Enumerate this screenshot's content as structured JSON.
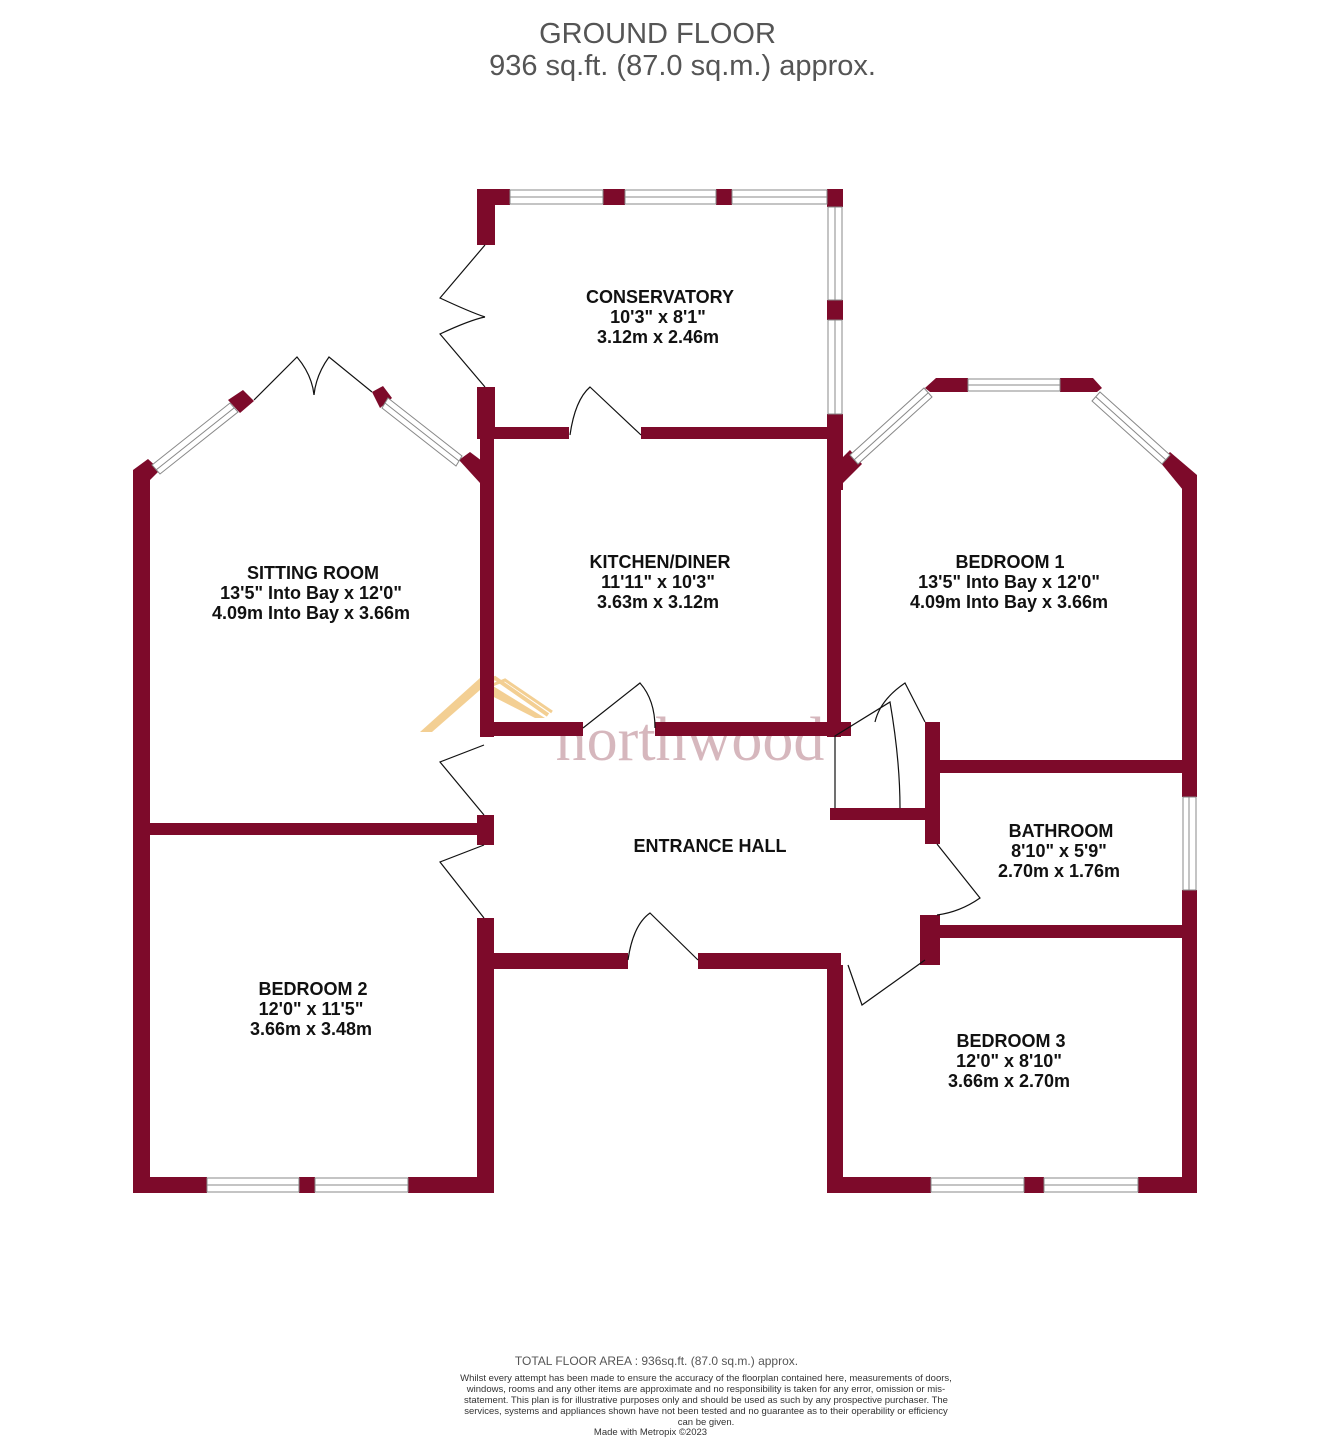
{
  "header": {
    "floor_title": "GROUND FLOOR",
    "floor_area": "936 sq.ft. (87.0 sq.m.) approx."
  },
  "rooms": {
    "conservatory": {
      "name": "CONSERVATORY",
      "imperial": "10'3\"  x 8'1\"",
      "metric": "3.12m  x 2.46m"
    },
    "sitting_room": {
      "name": "SITTING ROOM",
      "imperial": "13'5\" Into Bay x 12'0\"",
      "metric": "4.09m Into Bay x 3.66m"
    },
    "kitchen_diner": {
      "name": "KITCHEN/DINER",
      "imperial": "11'11\"  x 10'3\"",
      "metric": "3.63m  x 3.12m"
    },
    "bedroom_1": {
      "name": "BEDROOM 1",
      "imperial": "13'5\" Into Bay x 12'0\"",
      "metric": "4.09m Into Bay x 3.66m"
    },
    "entrance_hall": {
      "name": "ENTRANCE HALL"
    },
    "bathroom": {
      "name": "BATHROOM",
      "imperial": "8'10\"  x 5'9\"",
      "metric": "2.70m  x 1.76m"
    },
    "bedroom_2": {
      "name": "BEDROOM 2",
      "imperial": "12'0\"  x 11'5\"",
      "metric": "3.66m  x 3.48m"
    },
    "bedroom_3": {
      "name": "BEDROOM 3",
      "imperial": "12'0\"  x 8'10\"",
      "metric": "3.66m  x 2.70m"
    }
  },
  "watermark": {
    "text": "northwood",
    "text_color": "#c9a0a8",
    "roof_color": "#f0c070"
  },
  "footer": {
    "total_area": "TOTAL FLOOR AREA : 936sq.ft. (87.0 sq.m.) approx.",
    "disclaimer": "Whilst every attempt has been made to ensure the accuracy of the floorplan contained here, measurements of doors, windows, rooms and any other items are approximate and no responsibility is taken for any error, omission or mis-statement. This plan is for illustrative purposes only and should be used as such by any prospective purchaser. The services, systems and appliances shown have not been tested and no guarantee as to their operability or efficiency can be given.",
    "made_with": "Made with Metropix ©2023"
  },
  "colors": {
    "wall": "#7d0a2a",
    "text": "#111111",
    "header_text": "#555555"
  }
}
